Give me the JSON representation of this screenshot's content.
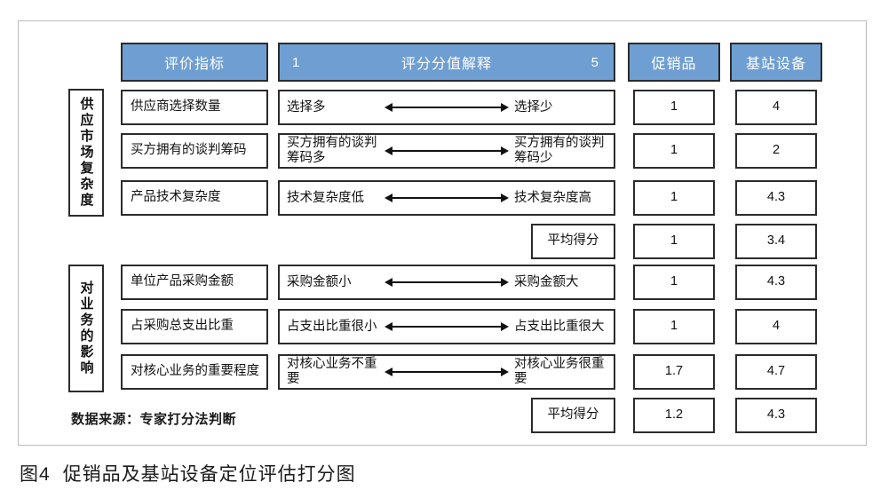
{
  "figure": {
    "caption_number": "图4",
    "caption_text": "促销品及基站设备定位评估打分图",
    "source_note": "数据来源：专家打分法判断",
    "accent_color": "#6f9fd2",
    "border_color": "#2b2b2b"
  },
  "header": {
    "indicator": "评价指标",
    "scale_min": "1",
    "scale_title": "评分分值解释",
    "scale_max": "5",
    "col_a": "促销品",
    "col_b": "基站设备"
  },
  "groups": [
    {
      "label": "供应市场复杂度",
      "rows": [
        {
          "indicator": "供应商选择数量",
          "left": "选择多",
          "right": "选择少",
          "score_a": "1",
          "score_b": "4"
        },
        {
          "indicator": "买方拥有的谈判筹码",
          "left": "买方拥有的谈判筹码多",
          "right": "买方拥有的谈判筹码少",
          "score_a": "1",
          "score_b": "2"
        },
        {
          "indicator": "产品技术复杂度",
          "left": "技术复杂度低",
          "right": "技术复杂度高",
          "score_a": "1",
          "score_b": "4.3"
        }
      ],
      "average": {
        "label": "平均得分",
        "score_a": "1",
        "score_b": "3.4"
      }
    },
    {
      "label": "对业务的影响",
      "rows": [
        {
          "indicator": "单位产品采购金额",
          "left": "采购金额小",
          "right": "采购金额大",
          "score_a": "1",
          "score_b": "4.3"
        },
        {
          "indicator": "占采购总支出比重",
          "left": "占支出比重很小",
          "right": "占支出比重很大",
          "score_a": "1",
          "score_b": "4"
        },
        {
          "indicator": "对核心业务的重要程度",
          "left": "对核心业务不重要",
          "right": "对核心业务很重要",
          "score_a": "1.7",
          "score_b": "4.7"
        }
      ],
      "average": {
        "label": "平均得分",
        "score_a": "1.2",
        "score_b": "4.3"
      }
    }
  ]
}
